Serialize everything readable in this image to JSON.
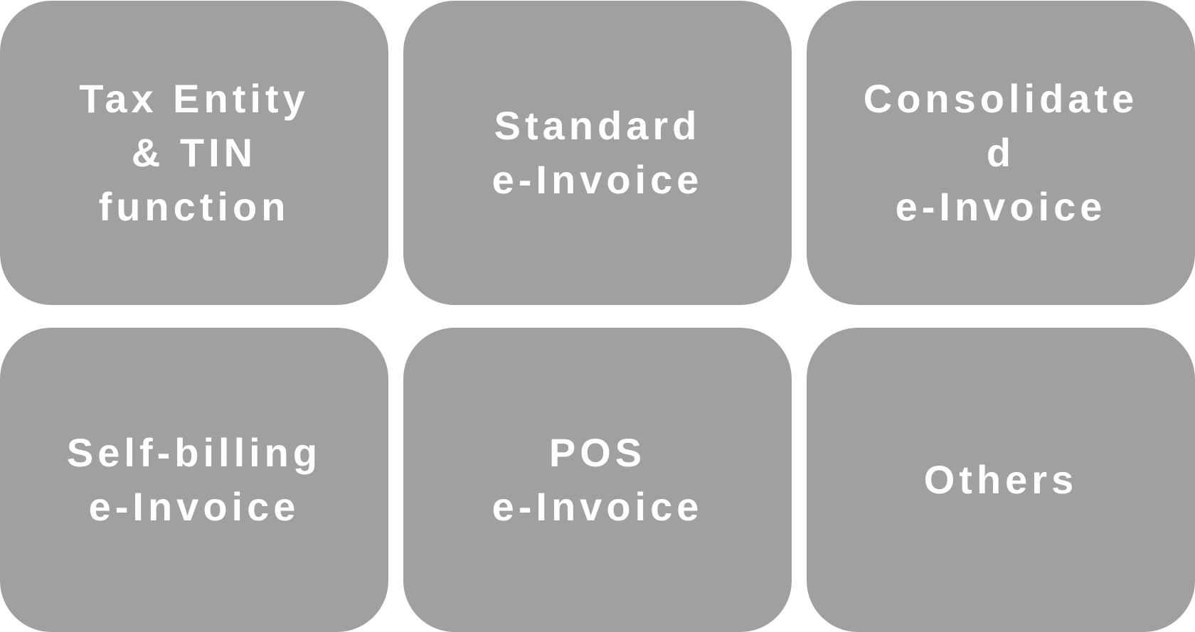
{
  "tiles": [
    {
      "label": "Tax Entity\n& TIN\nfunction"
    },
    {
      "label": "Standard\ne-Invoice"
    },
    {
      "label": "Consolidate\nd\ne-Invoice"
    },
    {
      "label": "Self-billing\ne-Invoice"
    },
    {
      "label": "POS\ne-Invoice"
    },
    {
      "label": "Others"
    }
  ],
  "colors": {
    "tile_background": "#a0a0a0",
    "tile_text": "#ffffff",
    "page_background": "#ffffff"
  }
}
